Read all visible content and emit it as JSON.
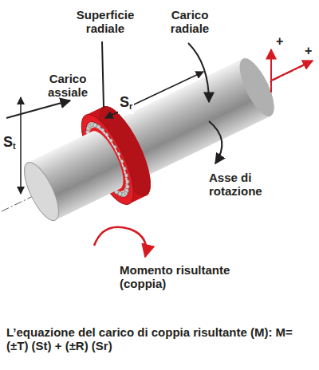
{
  "diagram": {
    "caption": "L’equazione del carico di coppia risultante (M): M=(±T) (St) + (±R) (Sr)",
    "labels": [
      "Superficie radiale",
      "Carico radiale",
      "Carico assiale",
      "Sr",
      "St",
      "Asse di rotazione",
      "Momento risultante (coppia)",
      "+",
      "+"
    ]
  }
}
